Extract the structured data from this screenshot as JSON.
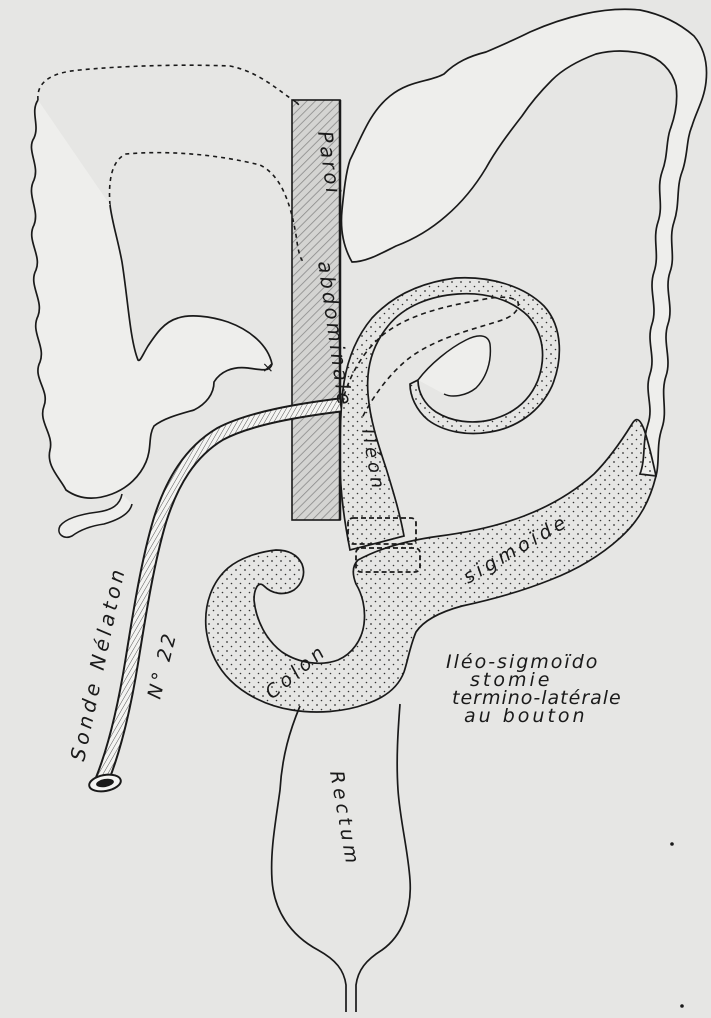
{
  "colors": {
    "paper": "#e6e6e4",
    "ink": "#1a1a1a",
    "wall_hatch": "#8a8a8a"
  },
  "labels": {
    "paroi": "Paroi",
    "abdominale": "abdominale",
    "ileon": "Iléon",
    "sigmoide": "sigmoïde",
    "colon": "Colon",
    "rectum": "Rectum",
    "sonde": "Sonde Nélaton",
    "numero": "N° 22",
    "caption_line1": "Iléo-sigmoïdo",
    "caption_line2": "stomie",
    "caption_line3": "termino-latérale",
    "caption_line4": "au bouton"
  }
}
